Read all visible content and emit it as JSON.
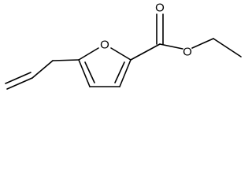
{
  "structure": {
    "atoms": {
      "ring_oxygen": "O",
      "carbonyl_oxygen": "O",
      "ester_oxygen": "O"
    }
  }
}
